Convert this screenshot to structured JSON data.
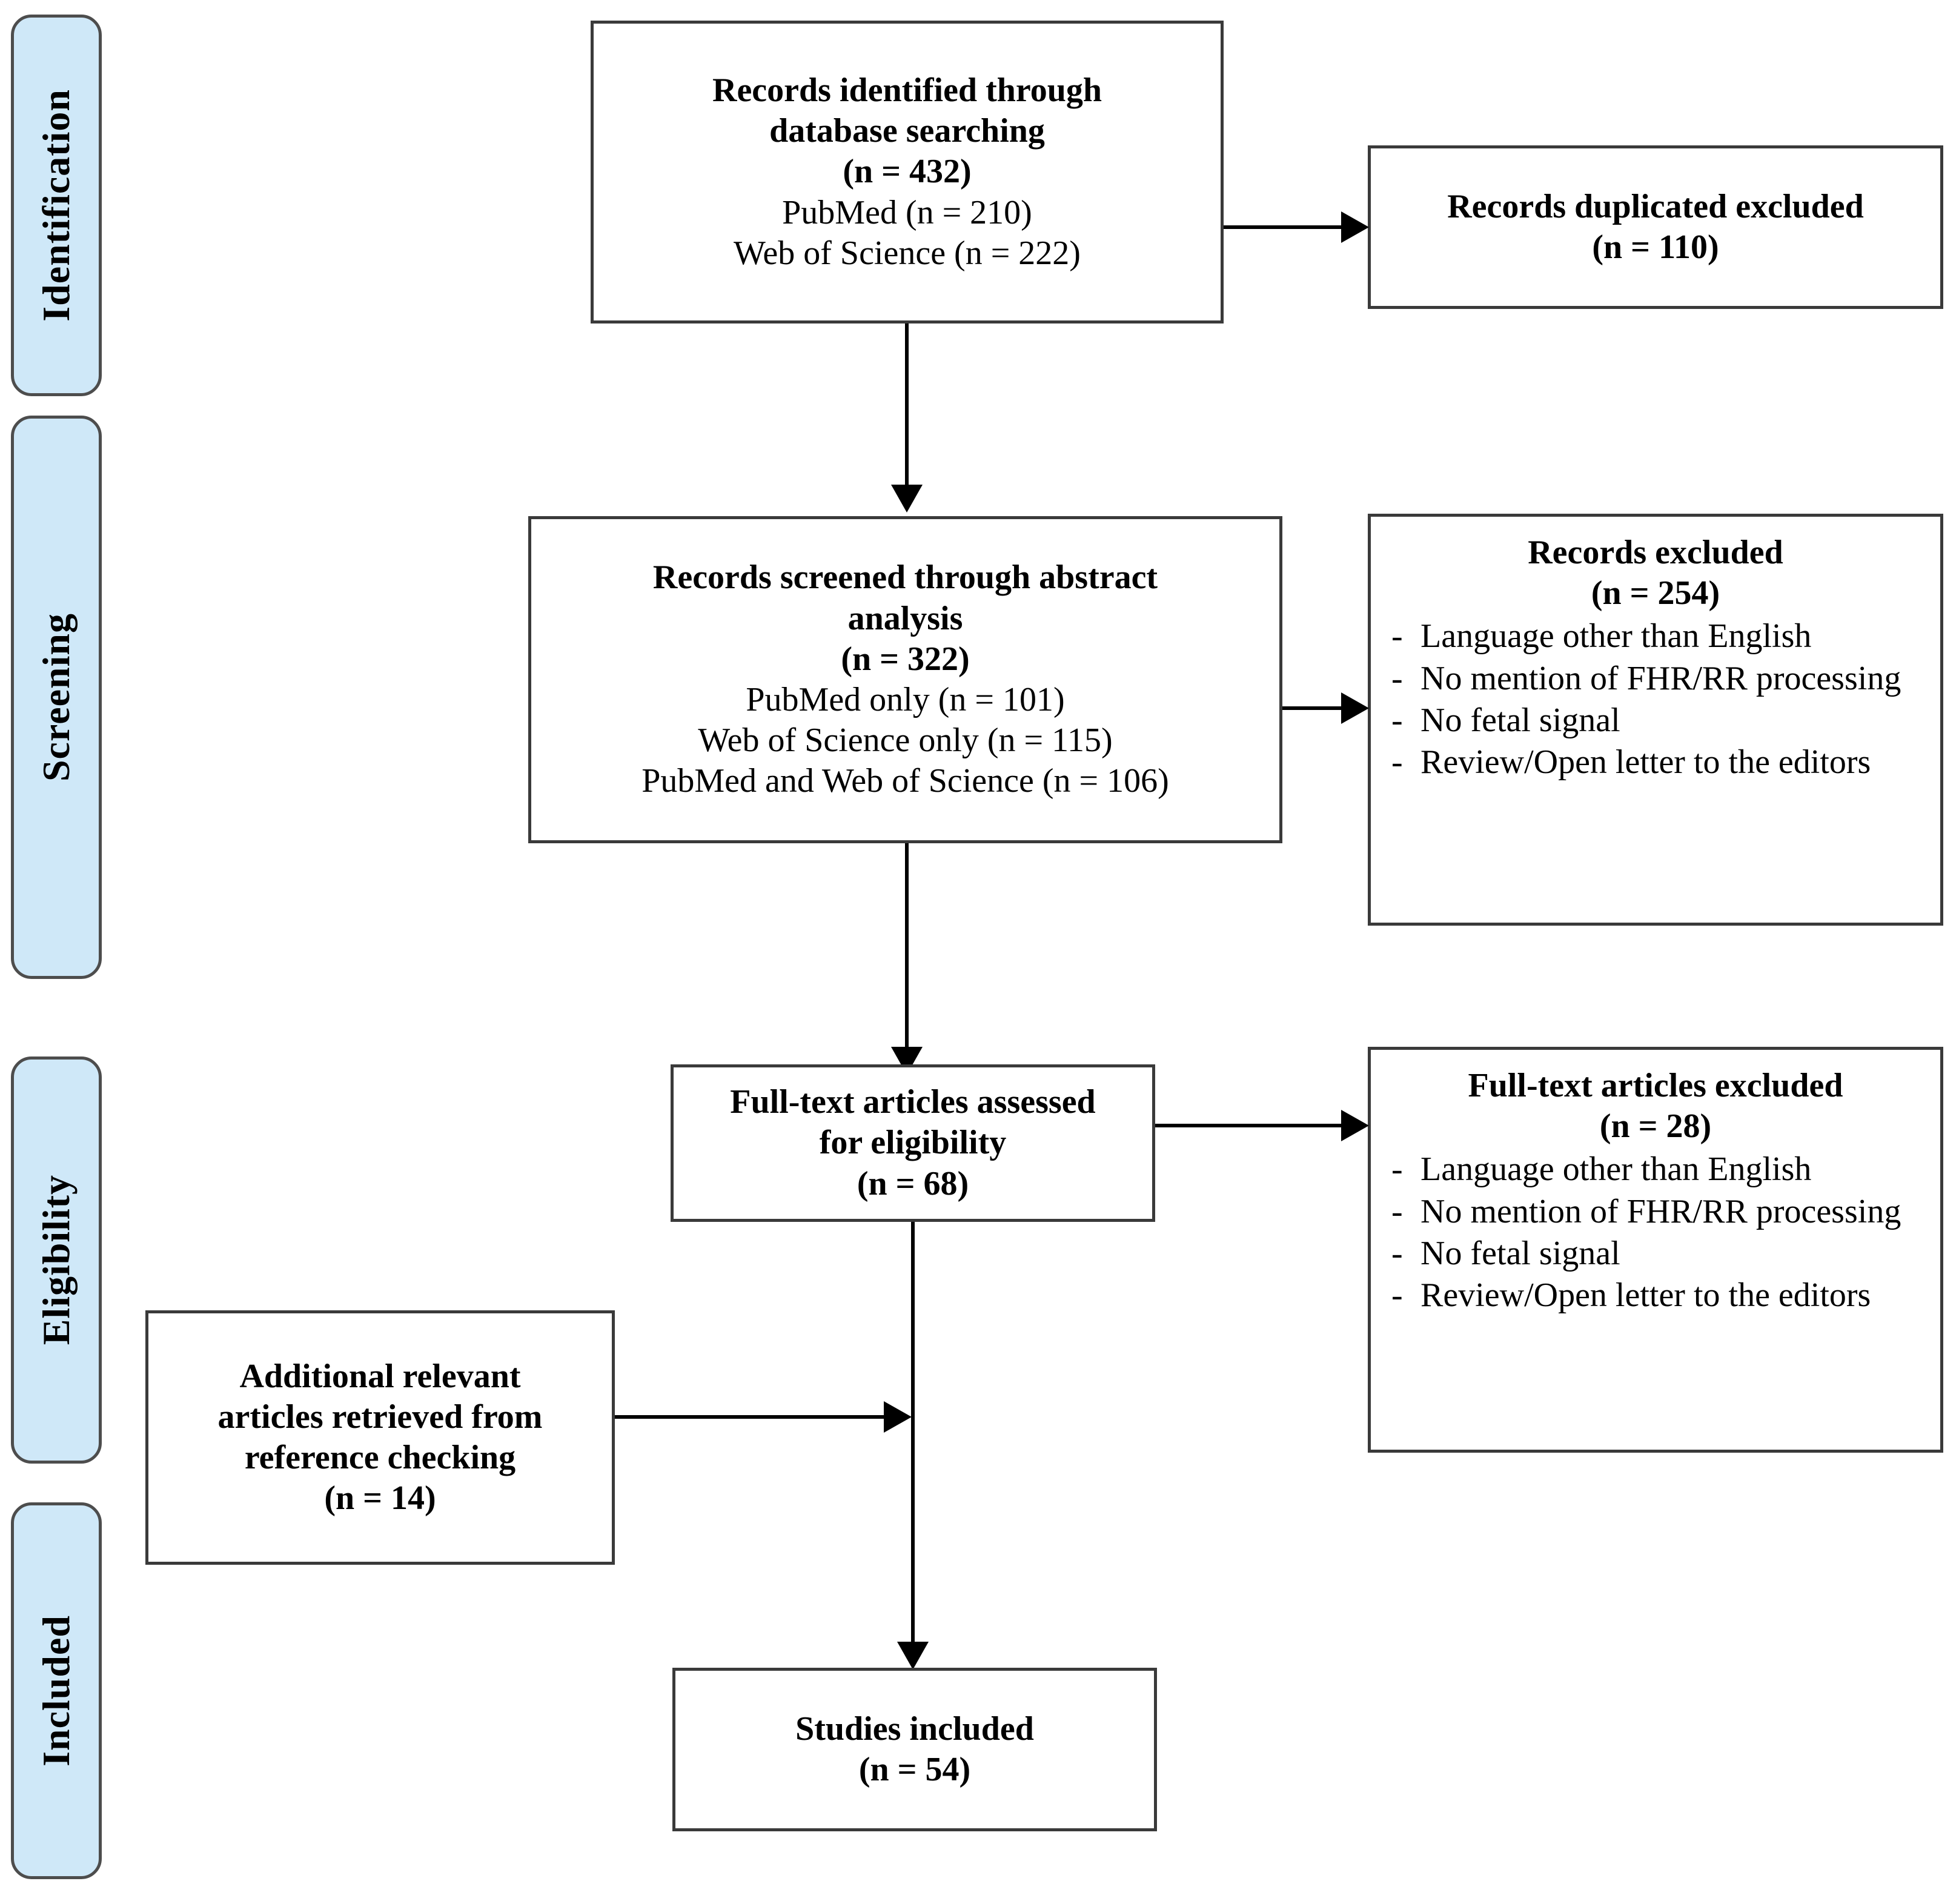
{
  "diagram": {
    "type": "prisma-flow-diagram",
    "stages": [
      {
        "id": "identification",
        "label": "Identification"
      },
      {
        "id": "screening",
        "label": "Screening"
      },
      {
        "id": "eligibility",
        "label": "Eligibility"
      },
      {
        "id": "included",
        "label": "Included"
      }
    ],
    "boxes": {
      "identified": {
        "title_line1": "Records identified through",
        "title_line2": "database searching",
        "count": "(n = 432)",
        "detail1": "PubMed (n = 210)",
        "detail2": "Web of Science (n = 222)"
      },
      "duplicates": {
        "title": "Records duplicated excluded",
        "count": "(n = 110)"
      },
      "screened": {
        "title_line1": "Records screened through abstract",
        "title_line2": "analysis",
        "count": "(n = 322)",
        "detail1": "PubMed only (n = 101)",
        "detail2": "Web of Science only (n = 115)",
        "detail3": "PubMed and Web of Science (n = 106)"
      },
      "records_excluded": {
        "title": "Records excluded",
        "count": "(n = 254)",
        "bullet_marker": "-",
        "reasons": [
          "Language other than English",
          "No mention of FHR/RR processing",
          "No fetal signal",
          "Review/Open letter to the editors"
        ]
      },
      "fulltext_assessed": {
        "title_line1": "Full-text articles assessed",
        "title_line2": "for eligibility",
        "count": "(n = 68)"
      },
      "fulltext_excluded": {
        "title": "Full-text articles excluded",
        "count": "(n = 28)",
        "bullet_marker": "-",
        "reasons": [
          "Language other than English",
          "No mention of FHR/RR processing",
          "No fetal signal",
          "Review/Open letter to the editors"
        ]
      },
      "additional": {
        "title_line1": "Additional relevant",
        "title_line2": "articles retrieved from",
        "title_line3": "reference checking",
        "count": "(n = 14)"
      },
      "included_studies": {
        "title": "Studies included",
        "count": "(n = 54)"
      }
    },
    "colors": {
      "stage_fill": "#cfe8f8",
      "stage_border": "#4d4d4d",
      "box_border": "#3a3a3a",
      "box_fill": "#ffffff",
      "connector": "#000000"
    }
  }
}
